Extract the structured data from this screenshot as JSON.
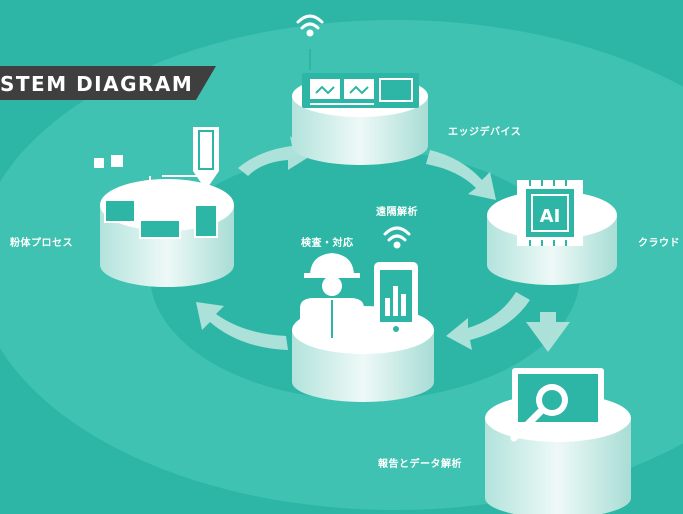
{
  "banner": {
    "title": "STEM DIAGRAM"
  },
  "nodes": {
    "edge_device": "エッジデバイス",
    "cloud": "クラウド",
    "powder_process": "粉体プロセス",
    "inspection": "検査・対応",
    "remote_analysis": "遠隔解析",
    "report": "報告とデータ解析"
  },
  "icons": {
    "edge_device": "edge-device-icon",
    "cloud": "ai-chip-icon",
    "powder_process": "factory-silo-icon",
    "inspection": "worker-icon",
    "remote_analysis": "smartphone-chart-icon",
    "report": "monitor-search-icon"
  },
  "colors": {
    "background": "#2db6a5",
    "ring": "#3fc2b1",
    "arrow": "#b9e6df",
    "banner": "#3f3f3f",
    "icon": "#1a8f82"
  }
}
